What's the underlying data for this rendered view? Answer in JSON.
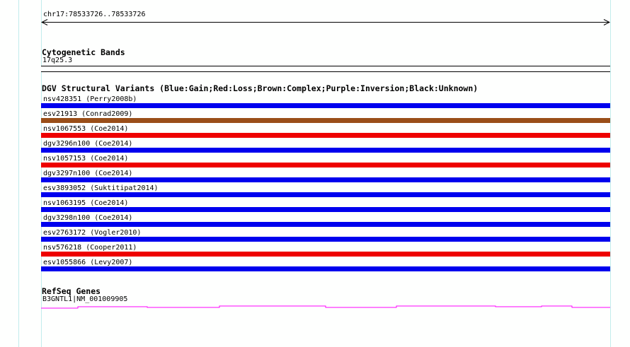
{
  "region_header": {
    "text": "chr17:78533726..78533726"
  },
  "cytogenetic_bands": {
    "title": "Cytogenetic Bands",
    "band_label": "17q25.3"
  },
  "dgv_variants": {
    "title": "DGV Structural Variants (Blue:Gain;Red:Loss;Brown:Complex;Purple:Inversion;Black:Unknown)",
    "legend": {
      "Blue": "Gain",
      "Red": "Loss",
      "Brown": "Complex",
      "Purple": "Inversion",
      "Black": "Unknown"
    },
    "tracks": [
      {
        "label": "nsv428351 (Perry2008b)",
        "color": "#0000ee",
        "type": "Gain"
      },
      {
        "label": "esv21913 (Conrad2009)",
        "color": "#9a4e18",
        "type": "Complex"
      },
      {
        "label": "nsv1067553 (Coe2014)",
        "color": "#ee0000",
        "type": "Loss"
      },
      {
        "label": "dgv3296n100 (Coe2014)",
        "color": "#0000ee",
        "type": "Gain"
      },
      {
        "label": "nsv1057153 (Coe2014)",
        "color": "#ee0000",
        "type": "Loss"
      },
      {
        "label": "dgv3297n100 (Coe2014)",
        "color": "#0000ee",
        "type": "Gain"
      },
      {
        "label": "esv3893052 (Suktitipat2014)",
        "color": "#0000ee",
        "type": "Gain"
      },
      {
        "label": "nsv1063195 (Coe2014)",
        "color": "#0000ee",
        "type": "Gain"
      },
      {
        "label": "dgv3298n100 (Coe2014)",
        "color": "#0000ee",
        "type": "Gain"
      },
      {
        "label": "esv2763172 (Vogler2010)",
        "color": "#0000ee",
        "type": "Gain"
      },
      {
        "label": "nsv576218 (Cooper2011)",
        "color": "#ee0000",
        "type": "Loss"
      },
      {
        "label": "esv1055866 (Levy2007)",
        "color": "#0000ee",
        "type": "Gain"
      }
    ]
  },
  "refseq_genes": {
    "title": "RefSeq Genes",
    "gene_label": "B3GNTL1|NM_001009905",
    "gene_color": "#ff00ff"
  },
  "colors": {
    "gain_blue": "#0000ee",
    "loss_red": "#ee0000",
    "complex_brown": "#9a4e18",
    "gene_magenta": "#ff00ff",
    "guide_line": "#c2ecec",
    "ruler_black": "#000000"
  }
}
